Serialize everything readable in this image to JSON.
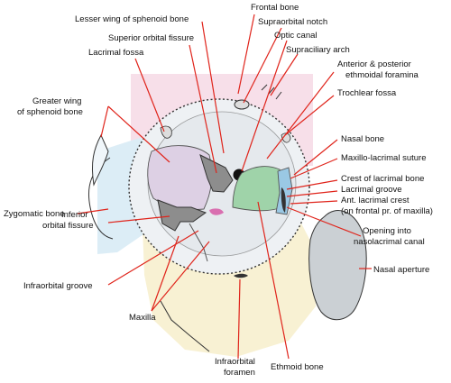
{
  "diagram": {
    "labels": {
      "lesser_wing": "Lesser wing of sphenoid bone",
      "frontal_bone": "Frontal bone",
      "supraorbital_notch": "Supraorbital notch",
      "superior_orbital_fissure": "Superior orbital fissure",
      "optic_canal": "Optic canal",
      "lacrimal_fossa": "Lacrimal fossa",
      "supraciliary_arch": "Supraciliary arch",
      "ethmoidal_foramina_1": "Anterior & posterior",
      "ethmoidal_foramina_2": "ethmoidal foramina",
      "greater_wing_1": "Greater wing",
      "greater_wing_2": "of sphenoid bone",
      "trochlear_fossa": "Trochlear fossa",
      "nasal_bone": "Nasal bone",
      "maxillo_lacrimal_suture": "Maxillo-lacrimal suture",
      "crest_lacrimal_bone": "Crest of lacrimal bone",
      "lacrimal_groove": "Lacrimal groove",
      "ant_lacrimal_crest_1": "Ant. lacrimal crest",
      "ant_lacrimal_crest_2": "(on frontal pr. of maxilla)",
      "zygomatic_bone": "Zygomatic bone",
      "inferior_orbital_fissure_1": "Inferior",
      "inferior_orbital_fissure_2": "orbital fissure",
      "nasolacrimal_1": "Opening into",
      "nasolacrimal_2": "nasolacrimal canal",
      "nasal_aperture": "Nasal aperture",
      "infraorbital_groove": "Infraorbital groove",
      "maxilla": "Maxilla",
      "infraorbital_foramen_1": "Infraorbital",
      "infraorbital_foramen_2": "foramen",
      "ethmoid_bone": "Ethmoid bone"
    },
    "colors": {
      "frontal": "#f7dfe9",
      "zygomatic": "#dcedf6",
      "maxilla": "#f8f1d3",
      "greater_wing": "#ddd0e4",
      "ethmoid": "#9fd3a9",
      "lacrimal": "#9ac8e4",
      "nasal_aperture": "#cbd0d4",
      "fissure": "#8d8d8d",
      "leader": "#e0241b",
      "outline": "#333333"
    }
  }
}
